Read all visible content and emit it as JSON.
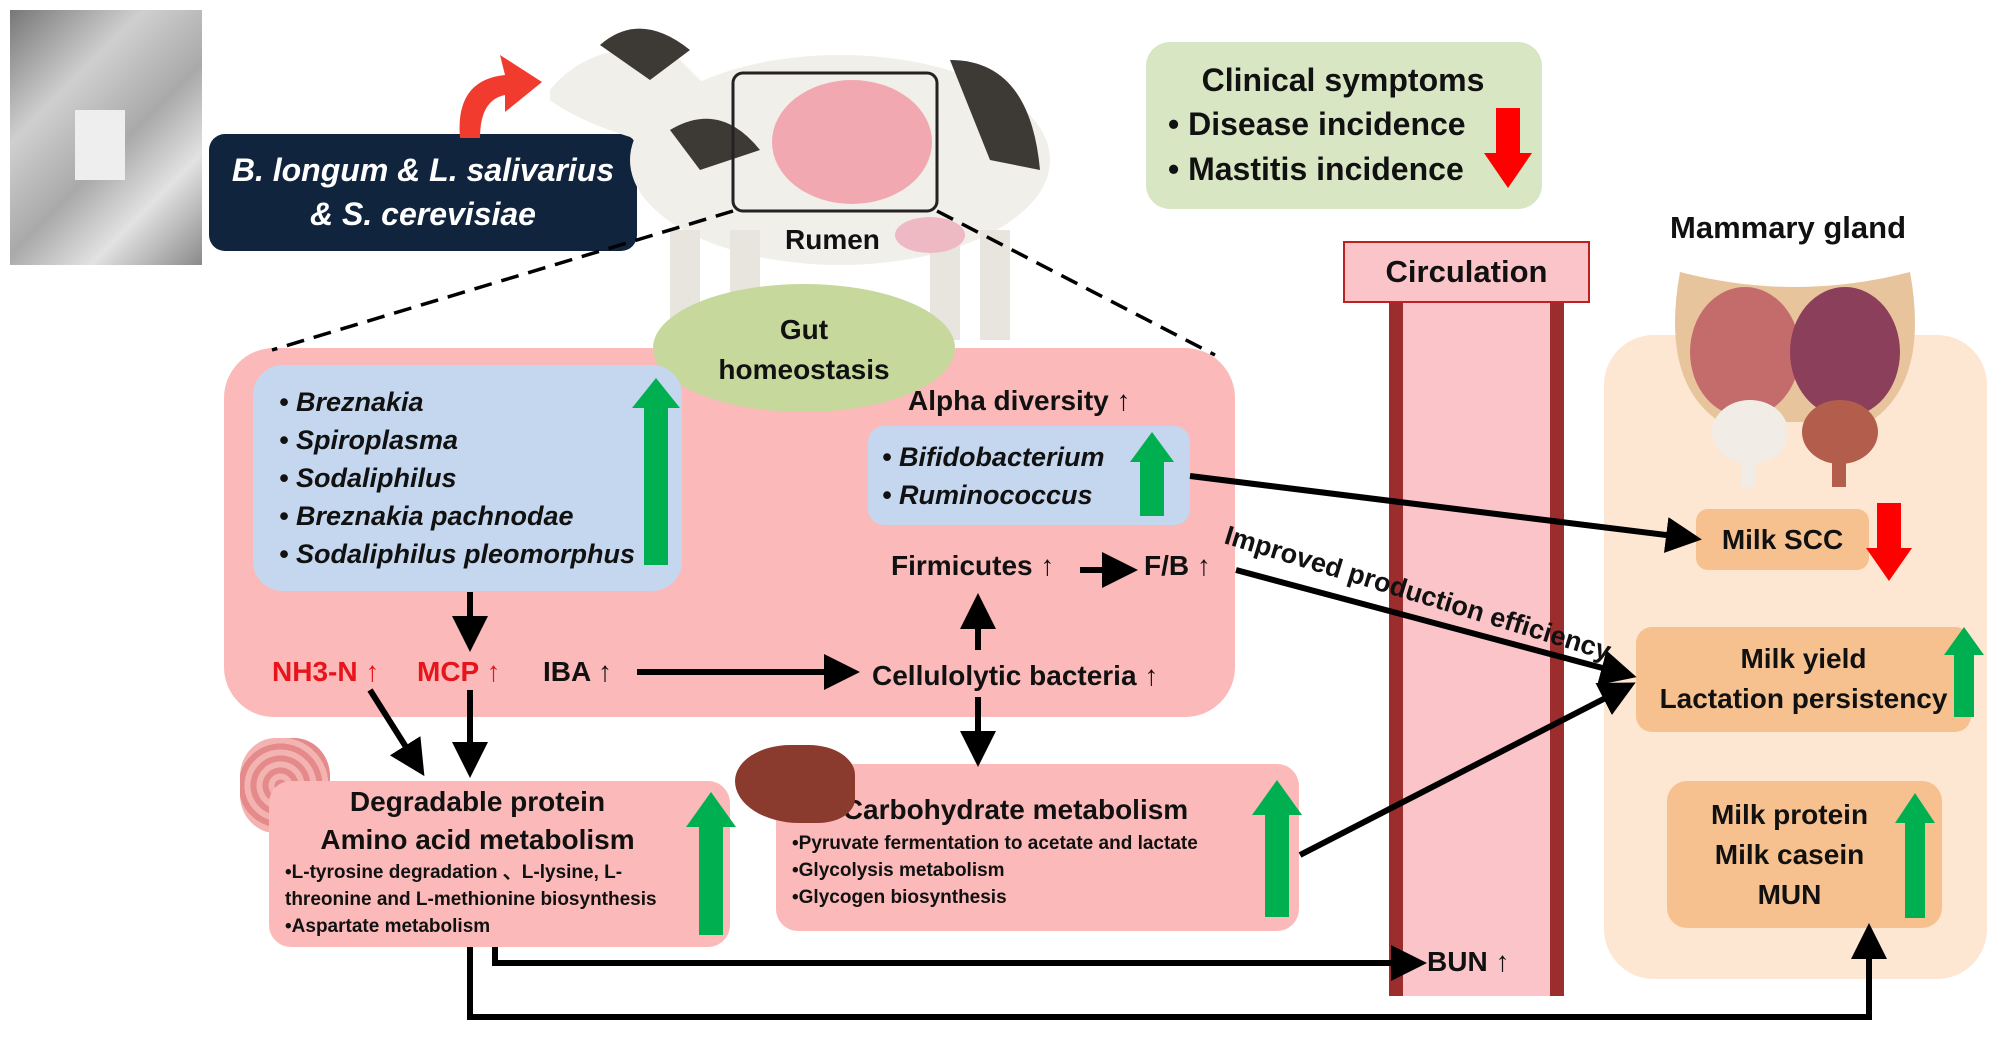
{
  "supplement": {
    "label_line1": "B. longum & L. salivarius",
    "label_line2": "& S. cerevisiae"
  },
  "rumen_label": "Rumen",
  "gut_homeostasis": {
    "line1": "Gut",
    "line2": "homeostasis"
  },
  "clinical": {
    "title": "Clinical symptoms",
    "items": [
      "• Disease incidence",
      "• Mastitis incidence"
    ]
  },
  "rumen_bacteria": [
    "• Breznakia",
    "• Spiroplasma",
    "• Sodaliphilus",
    "• Breznakia pachnodae",
    "• Sodaliphilus pleomorphus"
  ],
  "alpha_diversity": "Alpha diversity ↑",
  "bifido": [
    "• Bifidobacterium",
    "• Ruminococcus"
  ],
  "firmicutes": "Firmicutes ↑",
  "fb": "F/B ↑",
  "nh3n": "NH3-N ↑",
  "mcp": "MCP ↑",
  "iba": "IBA ↑",
  "cellulolytic": "Cellulolytic bacteria ↑",
  "protein_box": {
    "title1": "Degradable protein",
    "title2": "Amino acid metabolism",
    "items": [
      "•L-tyrosine degradation 、L-lysine, L-threonine and L-methionine biosynthesis",
      "•Aspartate metabolism"
    ]
  },
  "carb_box": {
    "title": "Carbohydrate metabolism",
    "items": [
      "•Pyruvate fermentation to acetate and lactate",
      "•Glycolysis metabolism",
      "•Glycogen biosynthesis"
    ]
  },
  "circulation": "Circulation",
  "bun": "BUN ↑",
  "mammary": "Mammary gland",
  "milk_scc": "Milk SCC",
  "milk_yield": [
    "Milk yield",
    "Lactation persistency"
  ],
  "milk_protein": [
    "Milk protein",
    "Milk casein",
    "MUN"
  ],
  "improved": "Improved production efficiency",
  "colors": {
    "up": "#00b050",
    "down": "#ff0000",
    "pink": "#fbb9b9",
    "blue": "#c5d7ee",
    "navy": "#10243e",
    "green_bg": "#d8e6c4",
    "orange": "#f7c18f"
  }
}
